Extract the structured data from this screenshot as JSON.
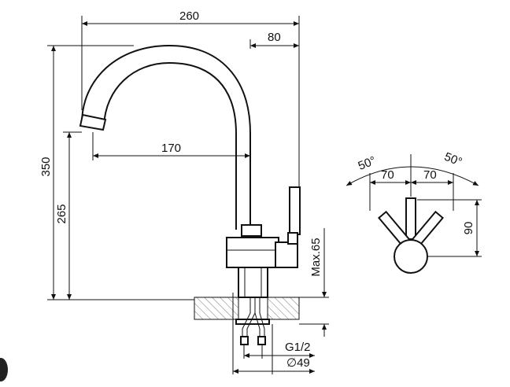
{
  "diagram": {
    "dimensions": {
      "overall_width": "260",
      "top_right": "80",
      "spout_reach": "170",
      "overall_height": "350",
      "spout_height": "265",
      "max_deck": "Max.65",
      "thread": "G1/2",
      "base_diameter": "∅49",
      "lever_angle_left": "50°",
      "lever_angle_right": "50°",
      "lever_offset_left": "70",
      "lever_offset_right": "70",
      "lever_height": "90"
    }
  }
}
